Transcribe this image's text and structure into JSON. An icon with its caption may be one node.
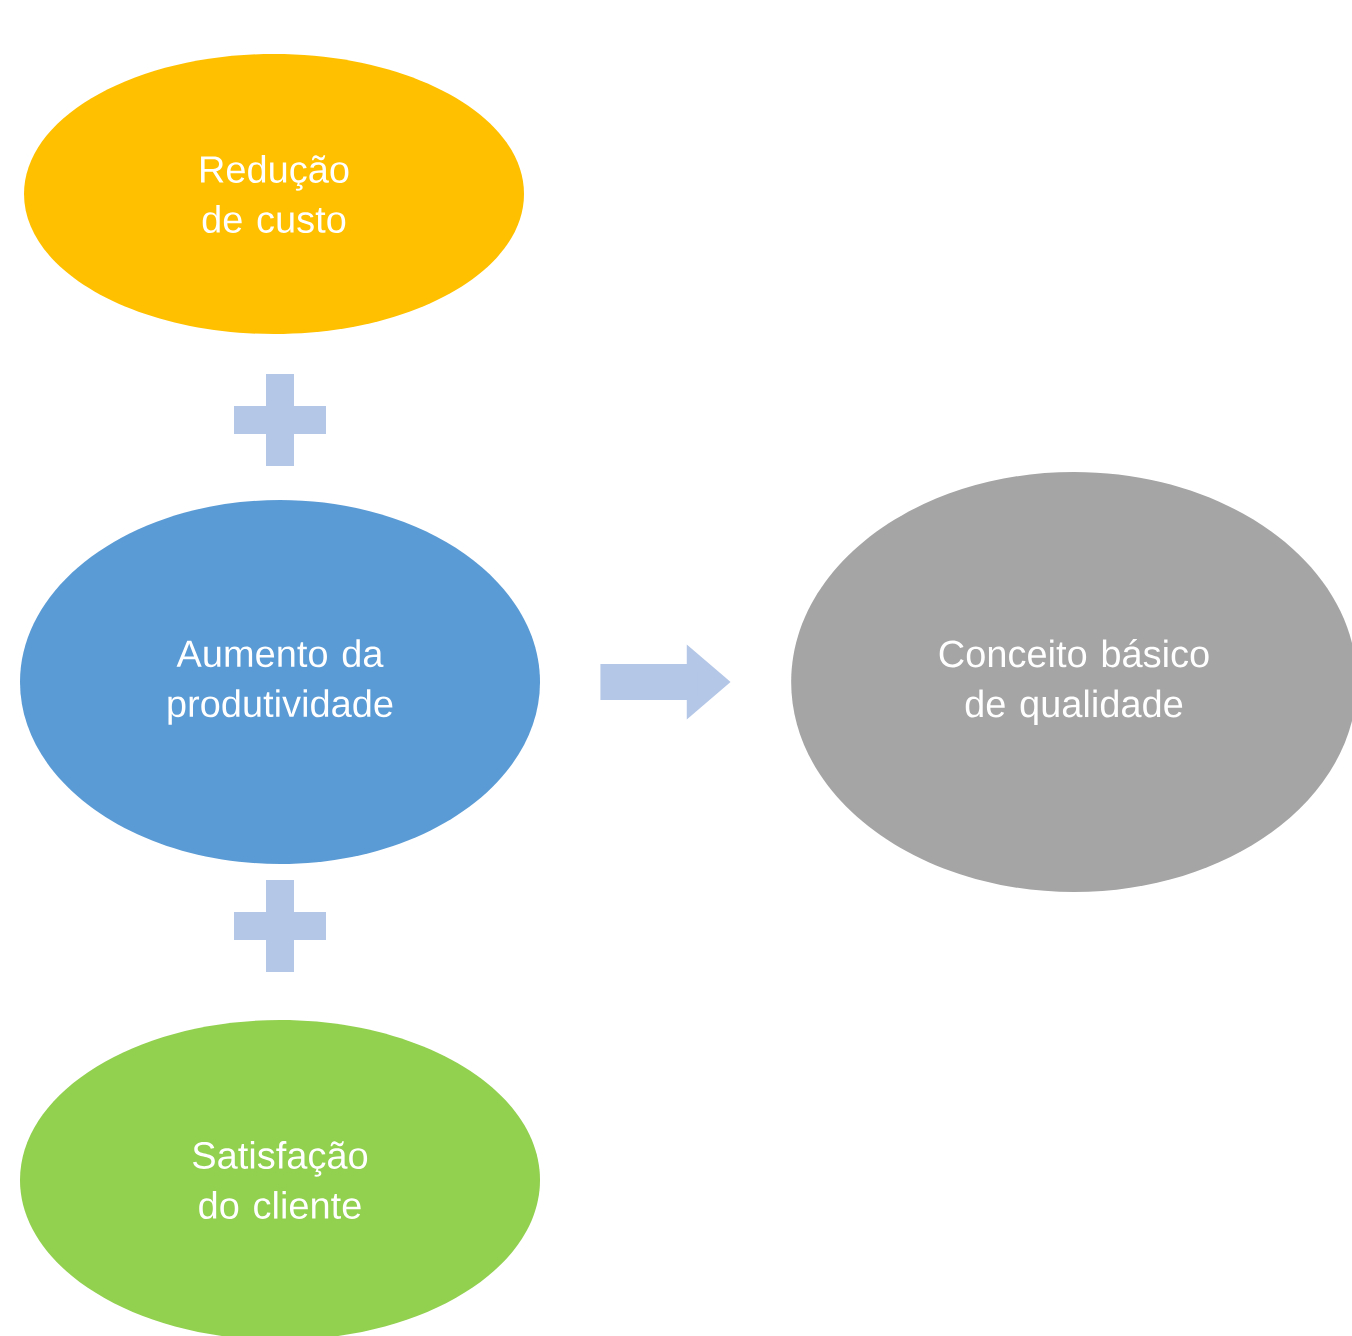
{
  "diagram": {
    "nodes": [
      {
        "text": [
          "Redução de custo"
        ]
      },
      {
        "text": [
          "Aumento da produtividade"
        ]
      },
      {
        "text": [
          "Satisfação do cliente"
        ]
      },
      {
        "text": [
          "Conceito básico de qualidade"
        ]
      }
    ],
    "edges": [
      {
        "from": 1,
        "to": 3,
        "arrow": "to"
      }
    ]
  }
}
